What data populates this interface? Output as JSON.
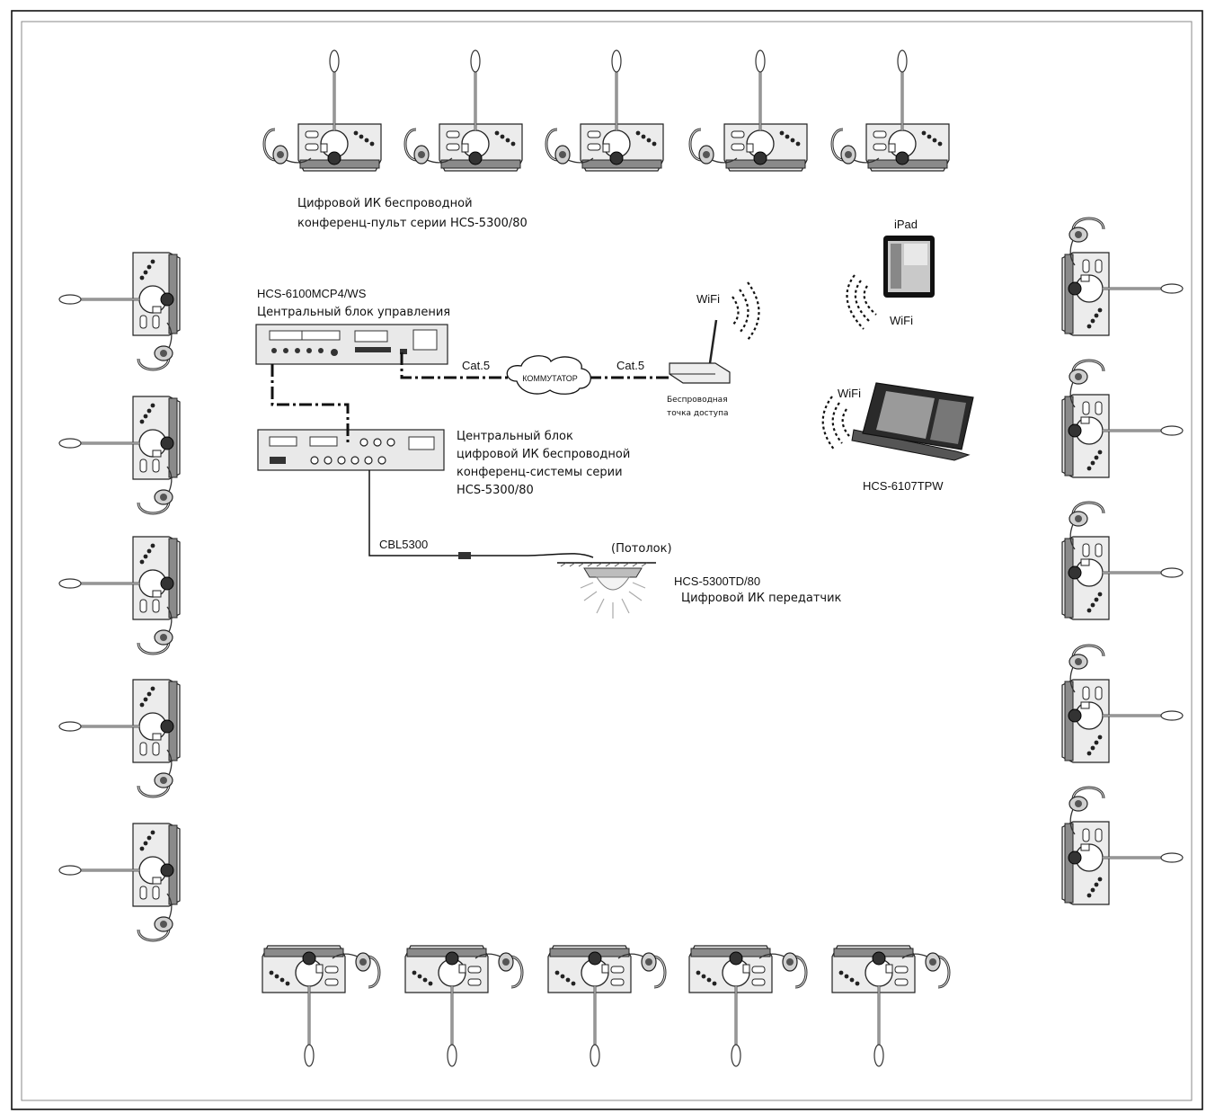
{
  "colors": {
    "line": "#111111",
    "device_fill": "#e9e9e9",
    "device_dark": "#8a8a8a",
    "background": "#ffffff"
  },
  "labels": {
    "delegate_units": [
      "Цифровой ИК беспроводной",
      "конференц-пульт серии HCS-5300/80"
    ],
    "mcp_model": "HCS-6100MCP4/WS",
    "mcp_name": "Центральный блок управления",
    "cmu_lines": [
      "Центральный блок",
      "цифровой ИК беспроводной",
      "конференц-системы серии",
      "HCS-5300/80"
    ],
    "cat5_left": "Cat.5",
    "cat5_right": "Cat.5",
    "switch": "КОММУТАТОР",
    "wifi_router": "WiFi",
    "ap_lines": [
      "Беспроводная",
      "точка доступа"
    ],
    "ipad": "iPad",
    "wifi_ipad": "WiFi",
    "wifi_touch": "WiFi",
    "touch_panel": "HCS-6107TPW",
    "cable": "CBL5300",
    "ceiling": "(Потолок)",
    "transmitter_model": "HCS-5300TD/80",
    "transmitter_name": "Цифровой ИК передатчик"
  },
  "icons": [
    "delegate-unit-icon",
    "headphones-icon",
    "router-icon",
    "cloud-switch-icon",
    "tablet-icon",
    "touch-panel-icon",
    "ir-transmitter-icon",
    "wifi-waves-icon"
  ]
}
